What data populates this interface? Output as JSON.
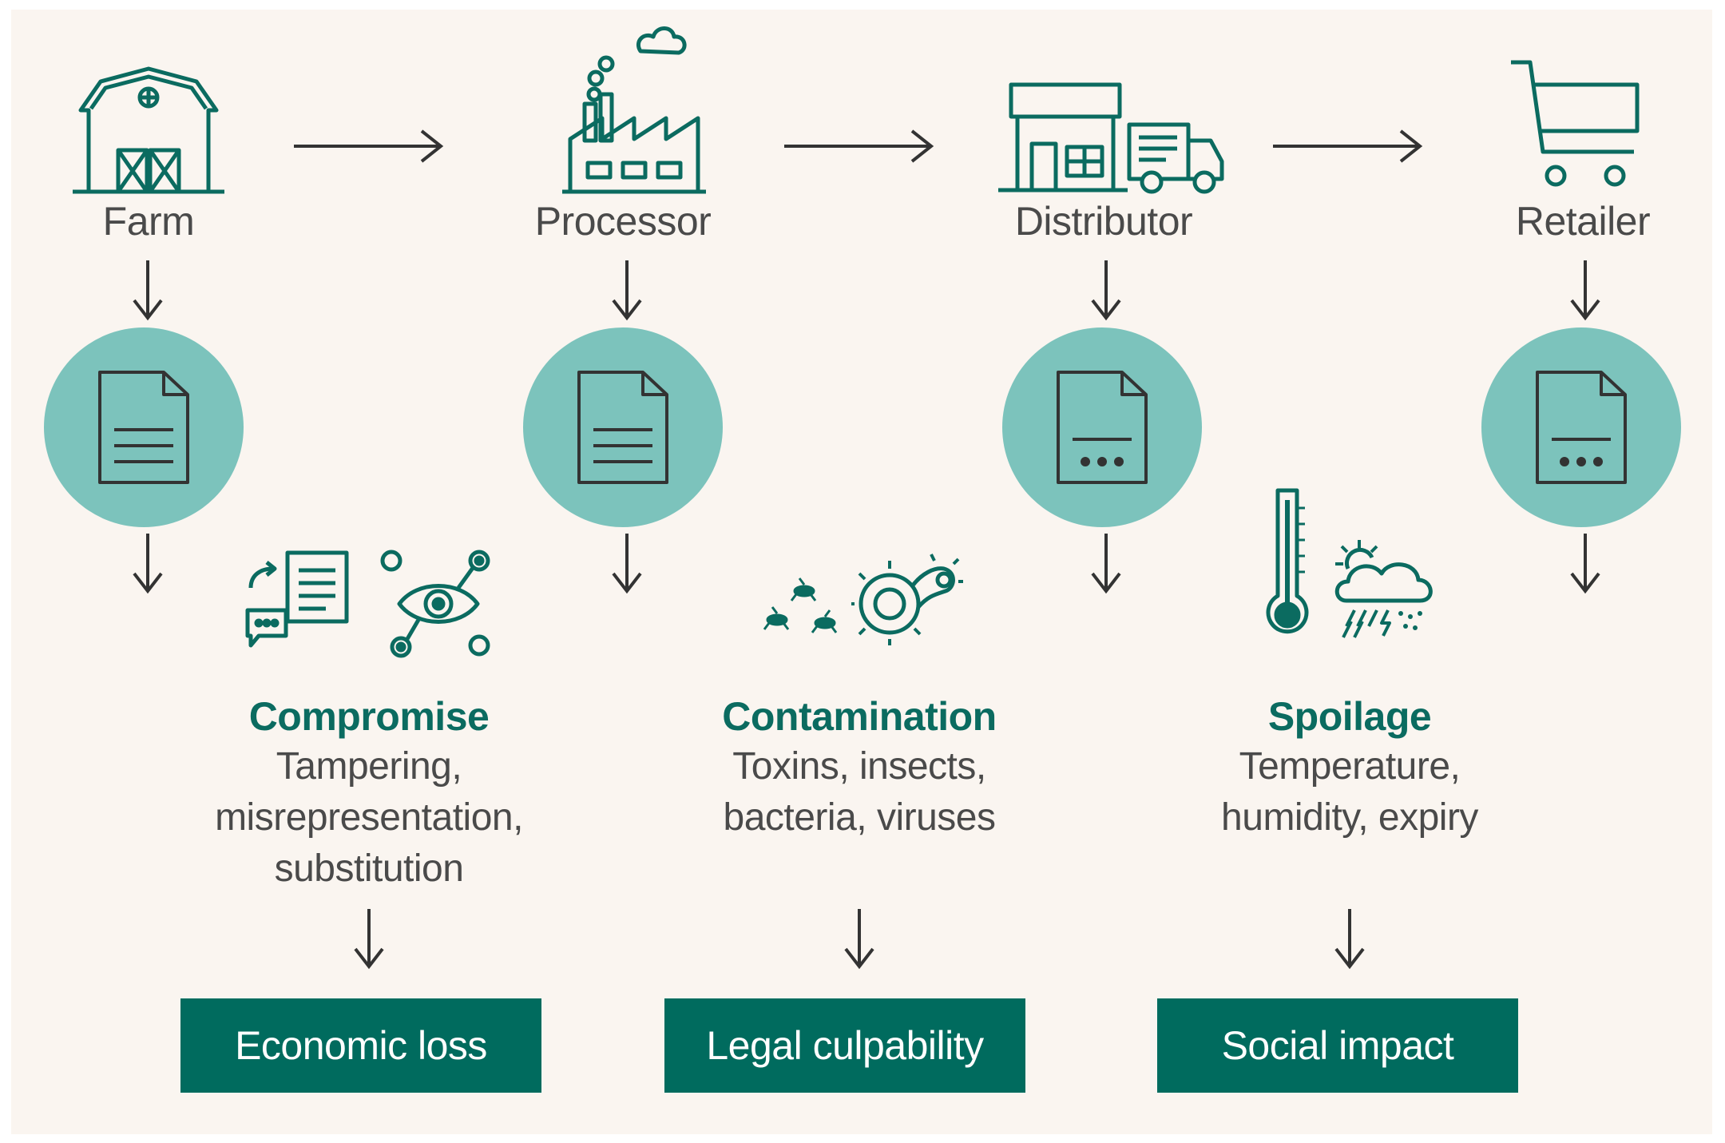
{
  "stages": [
    {
      "label": "Farm",
      "icon": "barn-icon",
      "doc": "lines"
    },
    {
      "label": "Processor",
      "icon": "factory-icon",
      "doc": "lines"
    },
    {
      "label": "Distributor",
      "icon": "warehouse-truck-icon",
      "doc": "dots"
    },
    {
      "label": "Retailer",
      "icon": "shopping-cart-icon",
      "doc": "dots"
    }
  ],
  "risks": [
    {
      "title": "Compromise",
      "lines": [
        "Tampering,",
        "misrepresentation,",
        "substitution"
      ],
      "impact": "Economic loss",
      "icons": [
        "document-exchange-icon",
        "surveillance-eye-network-icon"
      ]
    },
    {
      "title": "Contamination",
      "lines": [
        "Toxins, insects,",
        "bacteria, viruses"
      ],
      "impact": "Legal culpability",
      "icons": [
        "insects-icon",
        "bacteria-icon"
      ]
    },
    {
      "title": "Spoilage",
      "lines": [
        "Temperature,",
        "humidity, expiry"
      ],
      "impact": "Social impact",
      "icons": [
        "thermometer-icon",
        "weather-icon"
      ]
    }
  ],
  "colors": {
    "background": "#faf5f0",
    "teal_dark": "#006b5e",
    "teal_light": "#7cc3bc",
    "text": "#4a4a4a",
    "line": "#333333"
  }
}
